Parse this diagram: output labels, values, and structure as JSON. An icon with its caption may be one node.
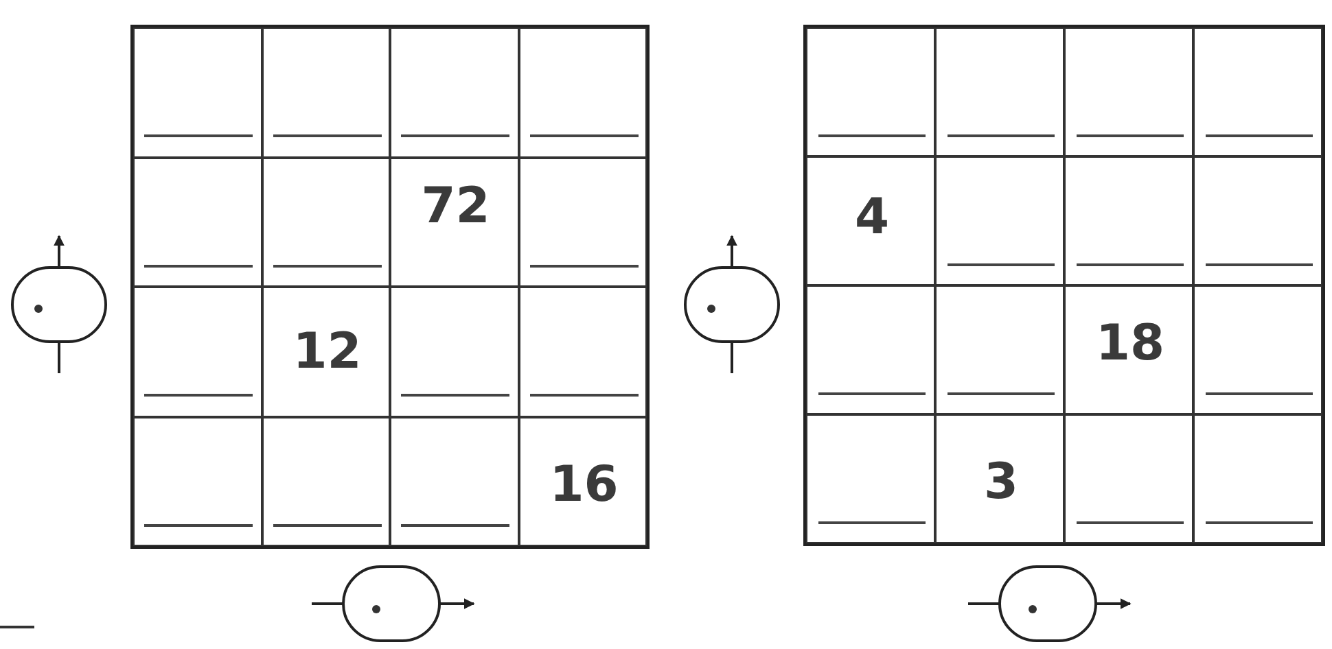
{
  "diagram": {
    "labels": [
      "72",
      "12",
      "16",
      "4",
      "18",
      "3"
    ]
  }
}
